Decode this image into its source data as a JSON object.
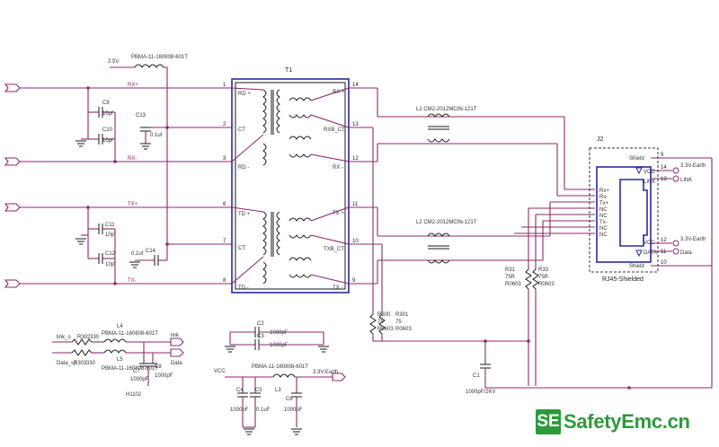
{
  "transformer": {
    "ref": "T1",
    "pins_left": [
      "1",
      "2",
      "3",
      "6",
      "7",
      "8"
    ],
    "pins_right": [
      "14",
      "13",
      "12",
      "11",
      "10",
      "9"
    ],
    "labels_left": [
      "RD +",
      "CT",
      "RD -",
      "TD +",
      "CT",
      "TD -"
    ],
    "labels_right": [
      "RX +",
      "RXB_CT",
      "RX -",
      "TX +",
      "TXB_CT",
      "TX -"
    ]
  },
  "nets": {
    "rx_plus": "RX+",
    "rx_minus": "RX-",
    "tx_plus": "TX+",
    "tx_minus": "TX-",
    "supply_25": "2.5V",
    "vcc": "VCC"
  },
  "components": {
    "bead_top": "PBMA-11-160808-601T",
    "c9": "C9",
    "c9_val": "10pf",
    "c10": "C10",
    "c10_val": "10pf",
    "c13": "C13",
    "c13_val": "0.1uf",
    "c11": "C11",
    "c11_val": "10pf",
    "c12": "C12",
    "c12_val": "10pf",
    "c14": "C14",
    "c14_val": "0.1uf",
    "l1": "L1 CM2-2012MCIN-121T",
    "l2": "L2 CM2-2012MCIN-121T",
    "r31": "R31",
    "r31_val": "75R",
    "r31_pkg": "R0603",
    "r33": "R33",
    "r33_val": "75R",
    "r33_pkg": "R0603",
    "r300": "R300",
    "r300_val": "75",
    "r300_pkg": "R0603",
    "r301": "R301",
    "r301_val": "75",
    "r301_pkg": "R0603",
    "c1": "C1",
    "c1_val": "1000pF/2KV",
    "l4": "L4",
    "l4_part": "PBMA-11-160808-601T",
    "l5": "L5",
    "l5_part": "PBMA-11-160808-601T",
    "r302": "R302",
    "r302_val": "330",
    "r303": "R303",
    "r303_val": "330",
    "c7": "C7",
    "c7_val": "1000pF",
    "c8": "C8",
    "c8_val": "1000pF",
    "h1102": "H1102",
    "c2": "C2",
    "c2_val": "1000pF",
    "c3": "C3",
    "c3_val": "1000pF",
    "bead_l3": "PBMA-11-160808-601T",
    "l3": "L3",
    "c4": "C4",
    "c4_val": "1000pF",
    "c5": "C5",
    "c5_val": "0.1uF",
    "c6": "C6",
    "c6_val": "1000pF",
    "earth_33": "3.3V-Earth"
  },
  "small_left": {
    "link_o": "link_o",
    "data_sp": "Data_sp",
    "link": "link",
    "data": "Data"
  },
  "connector": {
    "ref": "J2",
    "name": "RJ45-Shielded",
    "pins_in": [
      "Rx+",
      "Rx-",
      "Tx+",
      "NC",
      "NC",
      "Tx-",
      "NC",
      "NC"
    ],
    "shield_top": "Shield",
    "vcc_top": "VCC",
    "link": "LINK",
    "vcc_bot": "VCC",
    "data": "DATA",
    "shield_bot": "Shield",
    "num_top": "9",
    "num_14": "14",
    "num_13": "13",
    "num_12": "12",
    "num_11": "11",
    "num_10": "10",
    "out_earth_top": "3.3V-Earth",
    "out_link": "LINK",
    "out_earth_bot": "3.3V-Earth",
    "out_data": "Data"
  },
  "logo": {
    "badge": "SE",
    "text": "SafetyEmc.cn",
    "color": "#2e9a3b"
  }
}
